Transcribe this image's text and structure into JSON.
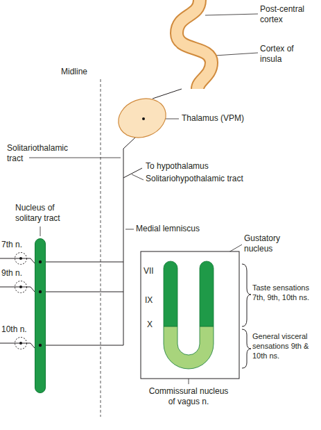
{
  "diagram": {
    "nodes": [
      {
        "text": [
          "Nucleus of solitary tract"
        ]
      },
      {
        "text": [
          "Thalamus (VPM)"
        ]
      },
      {
        "text": [
          "Post-central cortex",
          "Cortex of insula"
        ]
      },
      {
        "text": [
          "7th n."
        ]
      },
      {
        "text": [
          "9th n."
        ]
      },
      {
        "text": [
          "10th n."
        ]
      }
    ],
    "edges": [
      {
        "from": 3,
        "to": 0,
        "arrow": "none"
      },
      {
        "from": 4,
        "to": 0,
        "arrow": "none"
      },
      {
        "from": 5,
        "to": 0,
        "arrow": "none"
      },
      {
        "from": 0,
        "to": 1,
        "arrow": "none"
      },
      {
        "from": 1,
        "to": 2,
        "arrow": "none"
      }
    ],
    "labels": [
      "Midline",
      "To hypothalamus",
      "Solitariohypothalamic tract",
      "Solitariothalamic tract",
      "Medial lemniscus",
      "Gustatory nucleus",
      "VII",
      "IX",
      "X",
      "Taste sensations 7th, 9th, 10th ns.",
      "General visceral sensations 9th & 10th ns.",
      "Commissural nucleus of vagus n."
    ]
  }
}
